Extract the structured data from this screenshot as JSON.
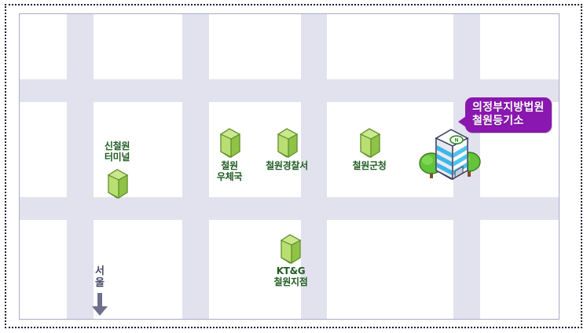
{
  "map": {
    "background_color": "#ffffff",
    "road_color": "#e2e2ee",
    "frame_color": "#aaaac8",
    "border_style": "dotted"
  },
  "callout": {
    "text": "의정부지방법원\n철원등기소",
    "line1": "의정부지방법원",
    "line2": "철원등기소",
    "color": "#8a17b0",
    "text_color": "#ffffff"
  },
  "landmark": {
    "name": "의정부지방법원 철원등기소",
    "icon": "courthouse-tower-icon"
  },
  "pois": [
    {
      "id": "sincheorwon-terminal",
      "label": "신철원\n터미널",
      "line1": "신철원",
      "line2": "터미널",
      "icon": "green-building-icon",
      "label_position": "above"
    },
    {
      "id": "cheorwon-post-office",
      "label": "철원\n우체국",
      "line1": "철원",
      "line2": "우체국",
      "icon": "green-building-icon",
      "label_position": "below"
    },
    {
      "id": "cheorwon-police-station",
      "label": "철원경찰서",
      "line1": "철원경찰서",
      "line2": "",
      "icon": "green-building-icon",
      "label_position": "below"
    },
    {
      "id": "cheorwon-county-office",
      "label": "철원군청",
      "line1": "철원군청",
      "line2": "",
      "icon": "green-building-icon",
      "label_position": "below"
    },
    {
      "id": "ktng-cheorwon-branch",
      "label": "KT&G\n철원지점",
      "line1": "KT&G",
      "line2": "철원지점",
      "icon": "green-building-icon",
      "label_position": "below"
    }
  ],
  "direction": {
    "label": "서울",
    "char1": "서",
    "char2": "울",
    "arrow": "down-arrow-icon",
    "color": "#4a4a68"
  }
}
